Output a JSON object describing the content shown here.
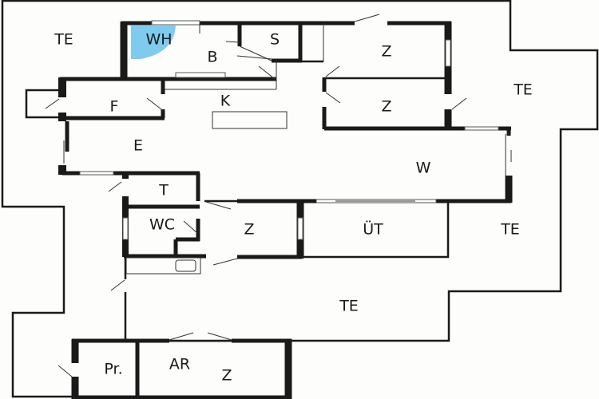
{
  "plan": {
    "wet_area_color": "#7ecbef",
    "rooms": [
      {
        "id": "te-nw",
        "label": "TE"
      },
      {
        "id": "wh",
        "label": "WH"
      },
      {
        "id": "b",
        "label": "B"
      },
      {
        "id": "s",
        "label": "S"
      },
      {
        "id": "z-ne1",
        "label": "Z"
      },
      {
        "id": "te-e",
        "label": "TE"
      },
      {
        "id": "f",
        "label": "F"
      },
      {
        "id": "k",
        "label": "K"
      },
      {
        "id": "z-ne2",
        "label": "Z"
      },
      {
        "id": "e",
        "label": "E"
      },
      {
        "id": "w",
        "label": "W"
      },
      {
        "id": "t",
        "label": "T"
      },
      {
        "id": "wc",
        "label": "WC"
      },
      {
        "id": "z-mid",
        "label": "Z"
      },
      {
        "id": "ut",
        "label": "ÜT"
      },
      {
        "id": "te-se",
        "label": "TE"
      },
      {
        "id": "te-s",
        "label": "TE"
      },
      {
        "id": "pr",
        "label": "Pr."
      },
      {
        "id": "ar",
        "label": "AR"
      },
      {
        "id": "z-sw",
        "label": "Z"
      }
    ]
  }
}
